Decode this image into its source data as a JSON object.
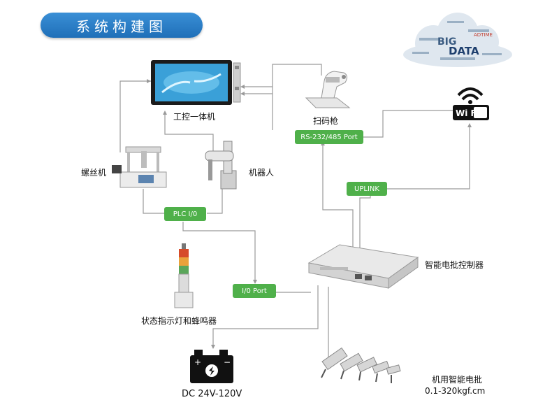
{
  "title": "系统构建图",
  "nodes": {
    "panel_pc": "工控一体机",
    "scanner": "扫码枪",
    "screw_machine": "螺丝机",
    "robot": "机器人",
    "status_light": "状态指示灯和蜂鸣器",
    "controller": "智能电批控制器",
    "power": "DC 24V-120V",
    "screwdrivers_line1": "机用智能电批",
    "screwdrivers_line2": "0.1-320kgf.cm",
    "wifi": "Wi Fi"
  },
  "ports": {
    "rs232": "RS-232/485 Port",
    "uplink": "UPLINK",
    "plc": "PLC I/0",
    "io": "I/0 Port"
  },
  "cloud_words": [
    "BIG",
    "DATA",
    "ADTIME"
  ],
  "colors": {
    "title_bg": "#2a7fc8",
    "port_tag": "#4fb04a",
    "line": "#9a9a9a"
  }
}
